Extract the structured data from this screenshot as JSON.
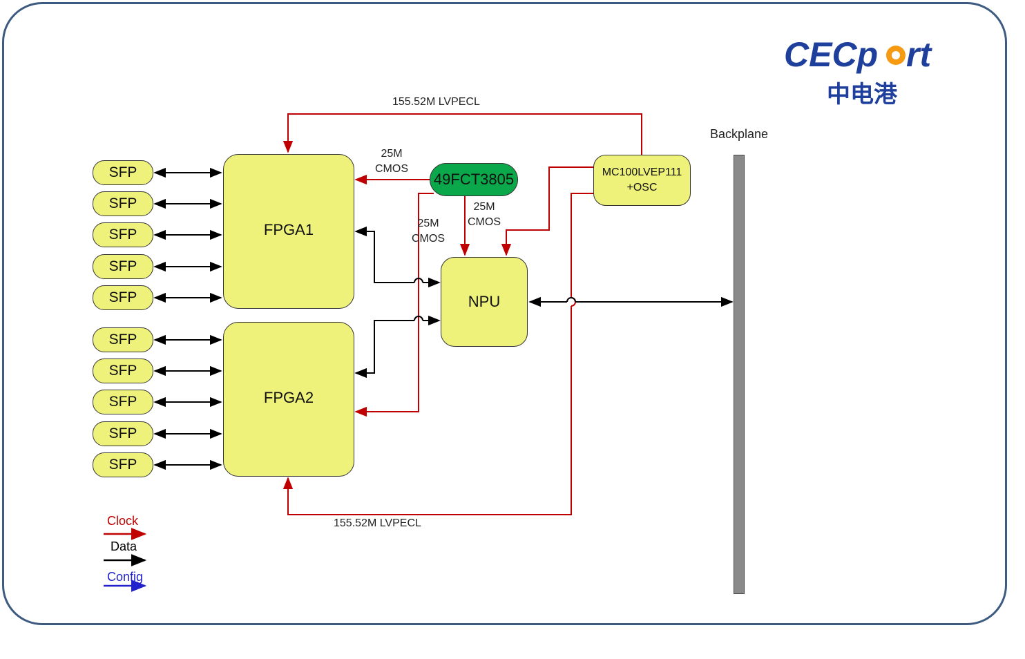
{
  "logo": {
    "brand": "CECport",
    "chinese": "中电港",
    "colors": {
      "blue": "#1f3f9c",
      "orange": "#f59a12"
    }
  },
  "blocks": {
    "sfp_label": "SFP",
    "fpga1": "FPGA1",
    "fpga2": "FPGA2",
    "npu": "NPU",
    "buffer": "49FCT3805",
    "osc_line1": "MC100LVEP111",
    "osc_line2": "+OSC",
    "backplane": "Backplane"
  },
  "signals": {
    "top_clock": "155.52M LVPECL",
    "bottom_clock": "155.52M LVPECL",
    "buf_to_fpga1": [
      "25M",
      "CMOS"
    ],
    "buf_to_npu": [
      "25M",
      "CMOS"
    ],
    "buf_to_fpga2": [
      "25M",
      "CMOS"
    ]
  },
  "legend": [
    {
      "label": "Clock",
      "color": "#c00000"
    },
    {
      "label": "Data",
      "color": "#000000"
    },
    {
      "label": "Config",
      "color": "#2222cc"
    }
  ]
}
